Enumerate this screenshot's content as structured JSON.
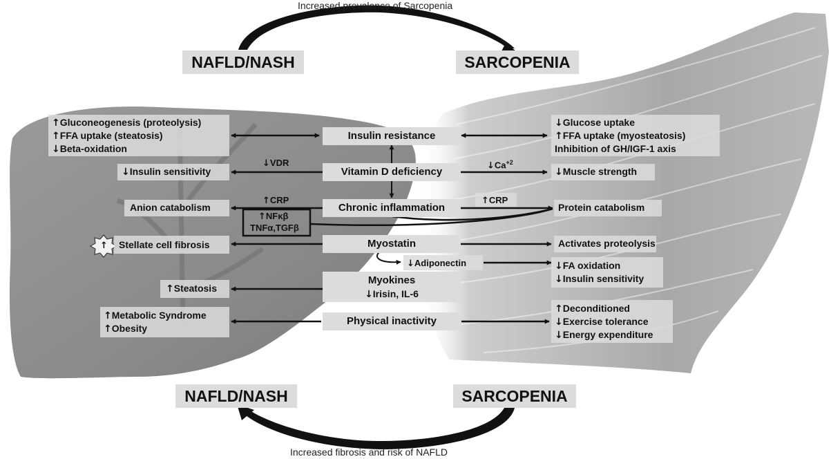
{
  "top": {
    "caption": "Increased prevalence of Sarcopenia",
    "left_label": "NAFLD/NASH",
    "right_label": "SARCOPENIA"
  },
  "bottom": {
    "caption": "Increased fibrosis and risk of NAFLD",
    "left_label": "NAFLD/NASH",
    "right_label": "SARCOPENIA"
  },
  "arrow_glyphs": {
    "up": "↑",
    "down": "↓"
  },
  "center": {
    "insulin_resistance": "Insulin resistance",
    "vitamin_d": "Vitamin D deficiency",
    "inflammation": "Chronic inflammation",
    "myostatin": "Myostatin",
    "myokines": "Myokines",
    "myokines_sub": "Irisin, IL-6",
    "inactivity": "Physical inactivity"
  },
  "liver": {
    "gluconeogenesis": "Gluconeogenesis (proteolysis)",
    "ffa_uptake": "FFA uptake (steatosis)",
    "beta_oxidation": "Beta-oxidation",
    "insulin_sensitivity": "Insulin sensitivity",
    "anion_catabolism": "Anion catabolism",
    "stellate": "Stellate cell fibrosis",
    "steatosis": "Steatosis",
    "metabolic": "Metabolic Syndrome",
    "obesity": "Obesity"
  },
  "muscle": {
    "glucose_uptake": "Glucose uptake",
    "ffa_uptake": "FFA uptake (myosteatosis)",
    "gh_axis": "Inhibition of GH/IGF-1 axis",
    "muscle_strength": "Muscle strength",
    "protein_catabolism": "Protein catabolism",
    "proteolysis": "Activates proteolysis",
    "fa_oxidation": "FA oxidation",
    "insulin_sensitivity": "Insulin sensitivity",
    "deconditioned": "Deconditioned",
    "exercise": "Exercise tolerance",
    "energy": "Energy expenditure"
  },
  "mediators": {
    "vdr": "VDR",
    "ca": "Ca",
    "ca_sup": "+2",
    "crp_left": "CRP",
    "crp_right": "CRP",
    "nfkb": "NFκβ",
    "tnf": "TNFα,TGFβ",
    "adiponectin": "Adiponectin"
  },
  "colors": {
    "liver": "#8c8c8c",
    "muscle": "#b4b4b4",
    "box": "#dcdcdc",
    "arrow": "#111111"
  }
}
